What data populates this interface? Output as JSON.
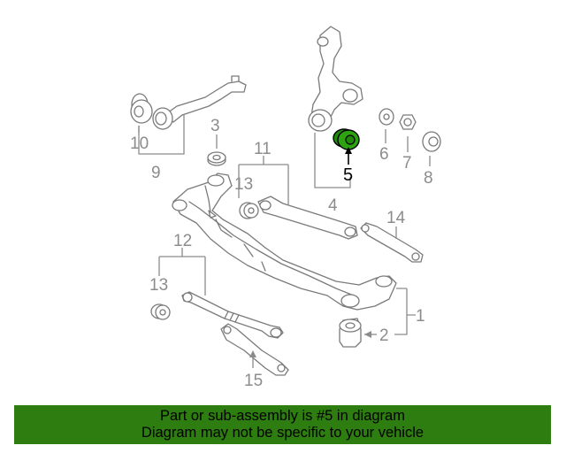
{
  "diagram": {
    "callouts": [
      "1",
      "2",
      "3",
      "4",
      "5",
      "6",
      "7",
      "8",
      "9",
      "10",
      "11",
      "12",
      "13",
      "13",
      "14",
      "15"
    ],
    "highlighted_part": "5",
    "colors": {
      "highlight": "#1f8a0a",
      "line": "#7a7a7a",
      "label": "#8c8c8c"
    }
  },
  "banner": {
    "line1": "Part or sub-assembly is #5 in diagram",
    "line2": "Diagram may not be specific to your vehicle",
    "color": "#2e7d10"
  }
}
